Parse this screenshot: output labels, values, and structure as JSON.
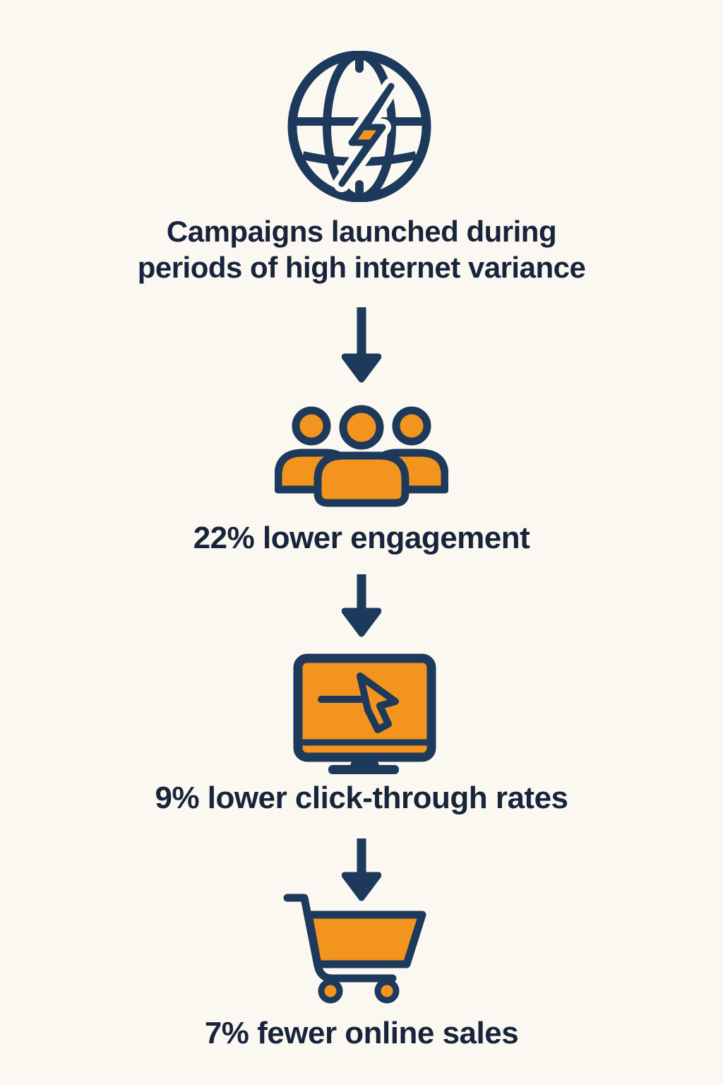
{
  "colors": {
    "background": "#fbf8f1",
    "icon_navy": "#1d3a5c",
    "text_navy": "#17243b",
    "orange": "#f2941e"
  },
  "flow": {
    "connector_icon": "down-arrow",
    "steps": [
      {
        "id": "cause",
        "icon": "globe-lightning",
        "label": "Campaigns launched during periods of high internet variance",
        "line1": "Campaigns launched during",
        "line2": "periods of high internet variance"
      },
      {
        "id": "engagement",
        "icon": "people-group",
        "stat": "22%",
        "label": "22% lower engagement"
      },
      {
        "id": "click-through",
        "icon": "monitor-cursor",
        "stat": "9%",
        "label": "9% lower click-through rates"
      },
      {
        "id": "online-sales",
        "icon": "shopping-cart",
        "stat": "7%",
        "label": "7% fewer online sales"
      }
    ]
  }
}
